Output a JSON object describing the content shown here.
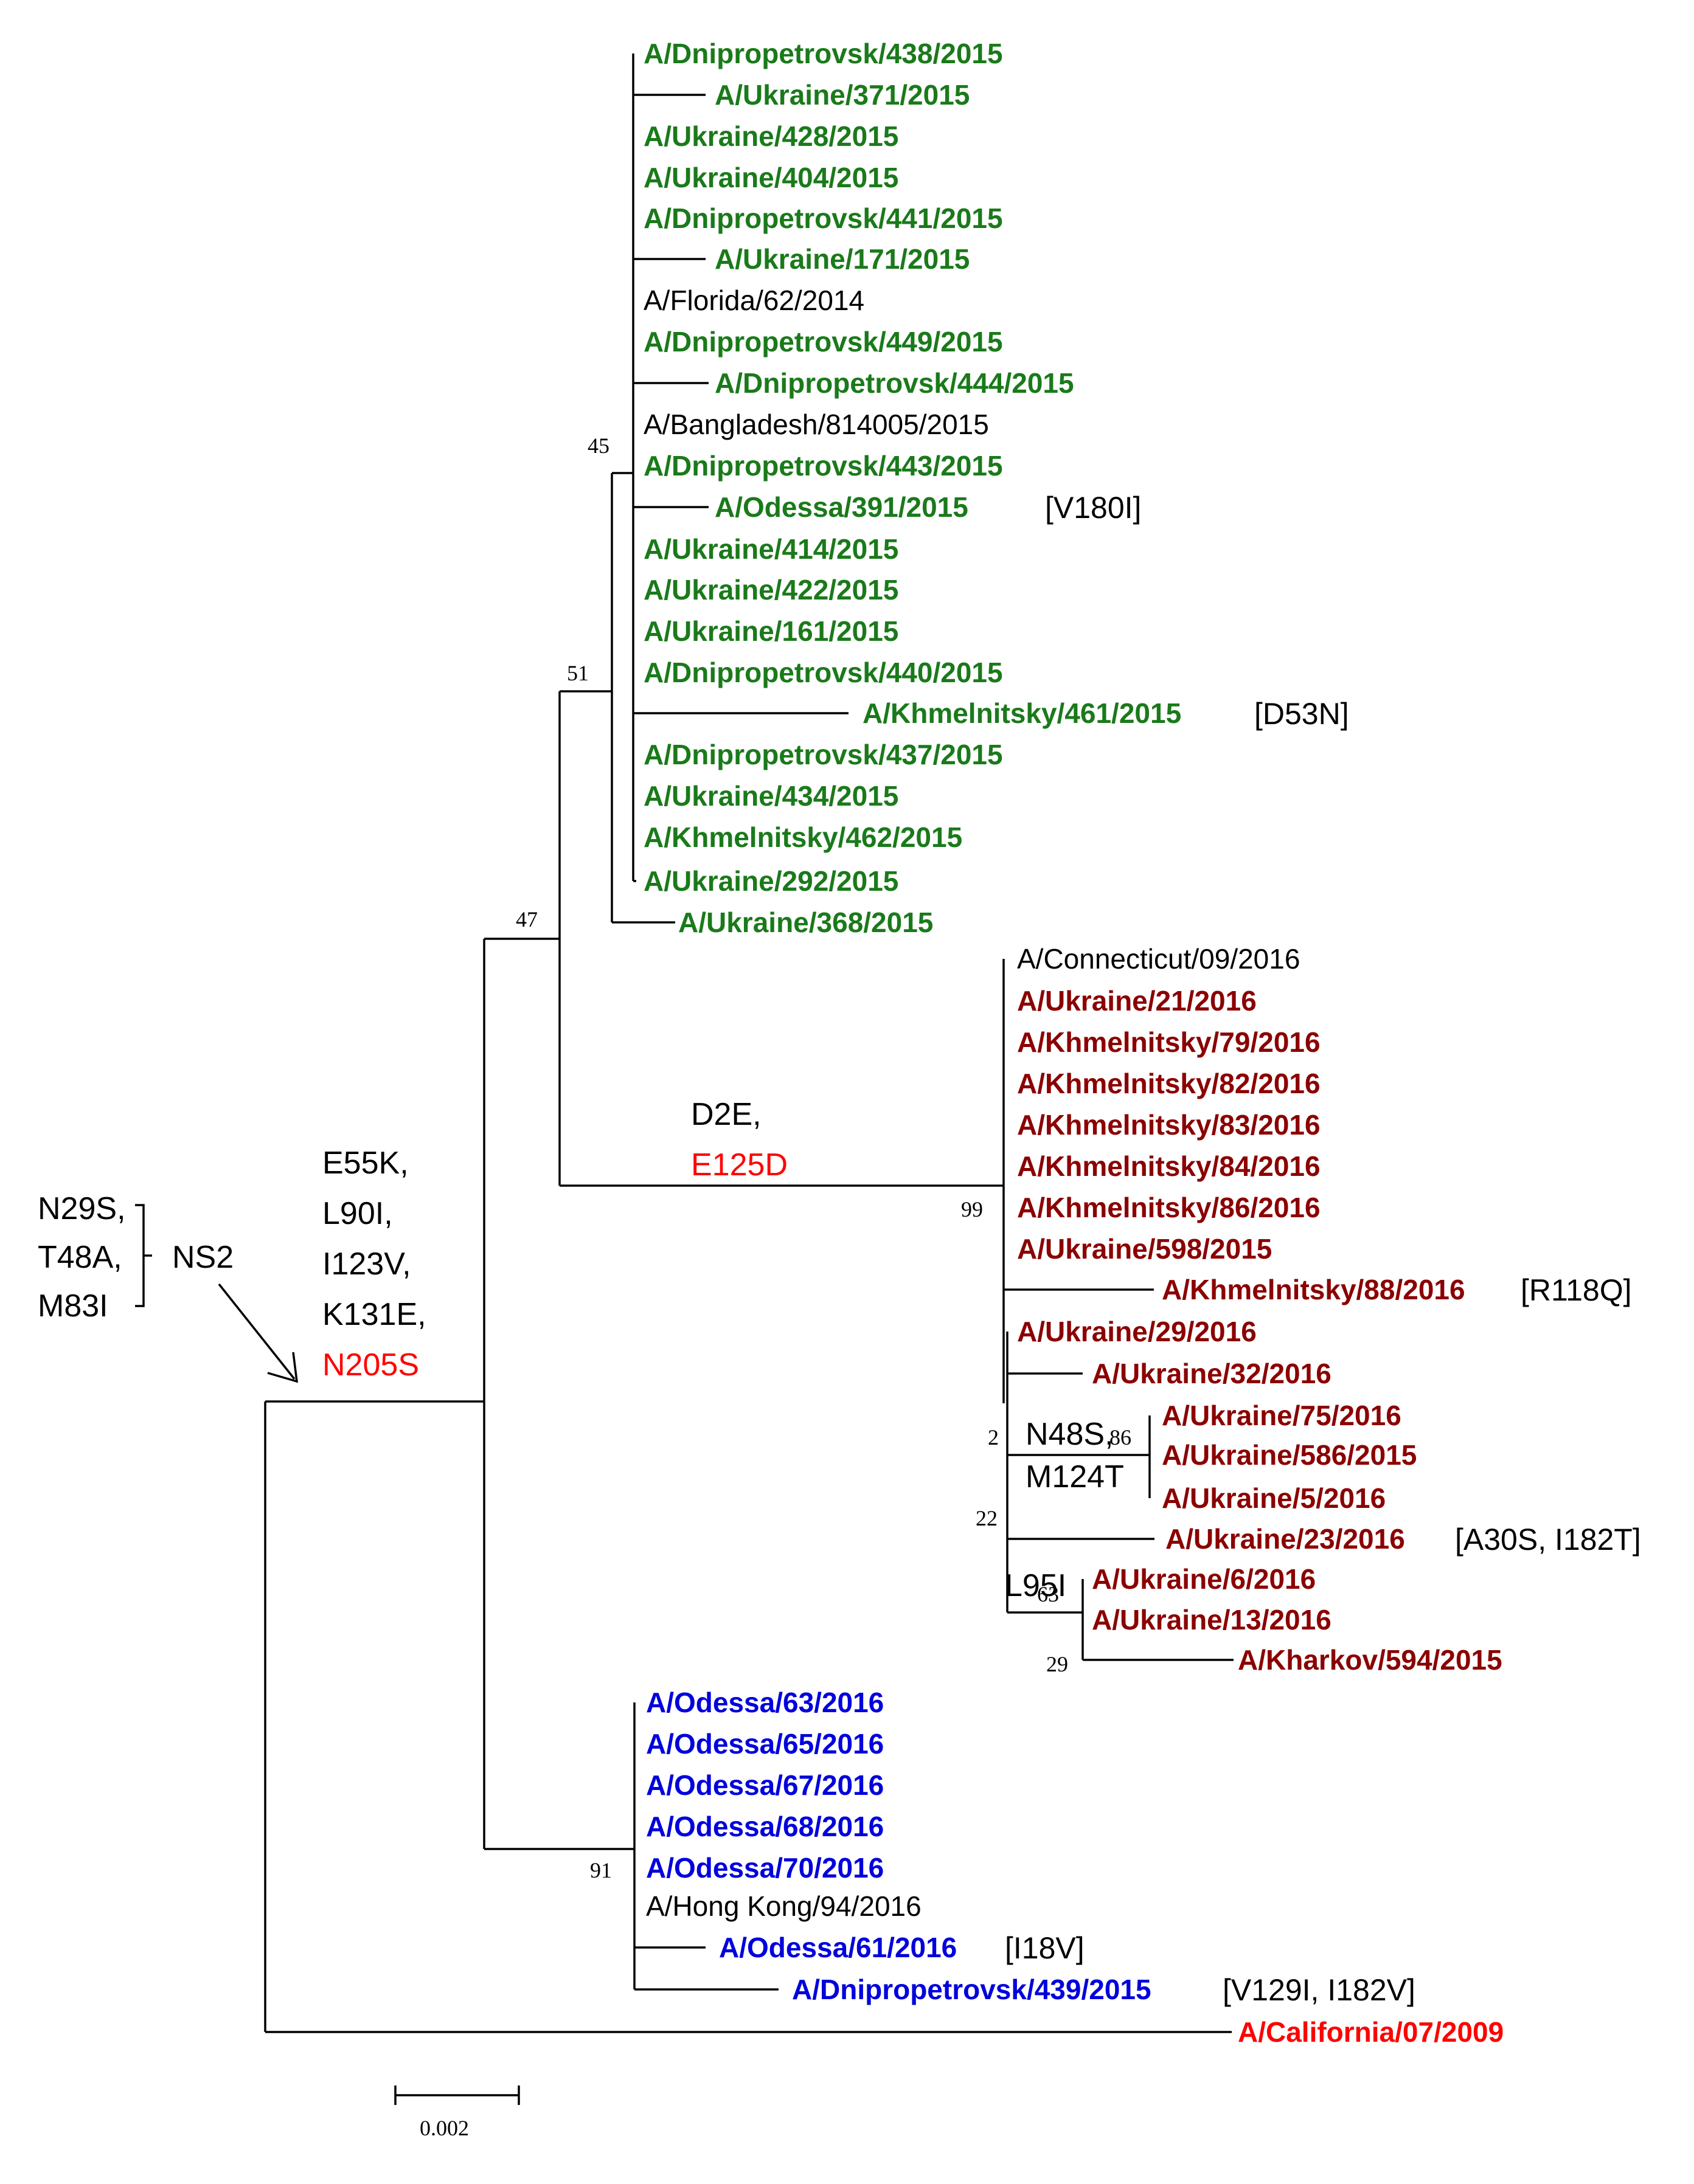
{
  "colors": {
    "green": "#1a7a1a",
    "darkred": "#8b0000",
    "blue": "#0000dd",
    "red": "#ff0000",
    "black": "#000000"
  },
  "leaves": [
    {
      "label": "A/Dnipropetrovsk/438/2015",
      "color": "green",
      "bold": true
    },
    {
      "label": "A/Ukraine/371/2015",
      "color": "green",
      "bold": true
    },
    {
      "label": "A/Ukraine/428/2015",
      "color": "green",
      "bold": true
    },
    {
      "label": "A/Ukraine/404/2015",
      "color": "green",
      "bold": true
    },
    {
      "label": "A/Dnipropetrovsk/441/2015",
      "color": "green",
      "bold": true
    },
    {
      "label": "A/Ukraine/171/2015",
      "color": "green",
      "bold": true
    },
    {
      "label": "A/Florida/62/2014",
      "color": "black",
      "bold": false
    },
    {
      "label": "A/Dnipropetrovsk/449/2015",
      "color": "green",
      "bold": true
    },
    {
      "label": "A/Dnipropetrovsk/444/2015",
      "color": "green",
      "bold": true
    },
    {
      "label": "A/Bangladesh/814005/2015",
      "color": "black",
      "bold": false
    },
    {
      "label": "A/Dnipropetrovsk/443/2015",
      "color": "green",
      "bold": true
    },
    {
      "label": "A/Odessa/391/2015",
      "color": "green",
      "bold": true,
      "mutation": "[V180I]"
    },
    {
      "label": "A/Ukraine/414/2015",
      "color": "green",
      "bold": true
    },
    {
      "label": "A/Ukraine/422/2015",
      "color": "green",
      "bold": true
    },
    {
      "label": "A/Ukraine/161/2015",
      "color": "green",
      "bold": true
    },
    {
      "label": "A/Dnipropetrovsk/440/2015",
      "color": "green",
      "bold": true
    },
    {
      "label": "A/Khmelnitsky/461/2015",
      "color": "green",
      "bold": true,
      "mutation": "[D53N]"
    },
    {
      "label": "A/Dnipropetrovsk/437/2015",
      "color": "green",
      "bold": true
    },
    {
      "label": "A/Ukraine/434/2015",
      "color": "green",
      "bold": true
    },
    {
      "label": "A/Khmelnitsky/462/2015",
      "color": "green",
      "bold": true
    },
    {
      "label": "A/Ukraine/292/2015",
      "color": "green",
      "bold": true
    },
    {
      "label": "A/Ukraine/368/2015",
      "color": "green",
      "bold": true
    },
    {
      "label": "A/Connecticut/09/2016",
      "color": "black",
      "bold": false
    },
    {
      "label": "A/Ukraine/21/2016",
      "color": "darkred",
      "bold": true
    },
    {
      "label": "A/Khmelnitsky/79/2016",
      "color": "darkred",
      "bold": true
    },
    {
      "label": "A/Khmelnitsky/82/2016",
      "color": "darkred",
      "bold": true
    },
    {
      "label": "A/Khmelnitsky/83/2016",
      "color": "darkred",
      "bold": true
    },
    {
      "label": "A/Khmelnitsky/84/2016",
      "color": "darkred",
      "bold": true
    },
    {
      "label": "A/Khmelnitsky/86/2016",
      "color": "darkred",
      "bold": true
    },
    {
      "label": "A/Ukraine/598/2015",
      "color": "darkred",
      "bold": true
    },
    {
      "label": "A/Khmelnitsky/88/2016",
      "color": "darkred",
      "bold": true,
      "mutation": "[R118Q]"
    },
    {
      "label": "A/Ukraine/29/2016",
      "color": "darkred",
      "bold": true
    },
    {
      "label": "A/Ukraine/32/2016",
      "color": "darkred",
      "bold": true
    },
    {
      "label": "A/Ukraine/75/2016",
      "color": "darkred",
      "bold": true
    },
    {
      "label": "A/Ukraine/586/2015",
      "color": "darkred",
      "bold": true
    },
    {
      "label": "A/Ukraine/5/2016",
      "color": "darkred",
      "bold": true
    },
    {
      "label": "A/Ukraine/23/2016",
      "color": "darkred",
      "bold": true,
      "mutation": "[A30S, I182T]"
    },
    {
      "label": "A/Ukraine/6/2016",
      "color": "darkred",
      "bold": true
    },
    {
      "label": "A/Ukraine/13/2016",
      "color": "darkred",
      "bold": true
    },
    {
      "label": "A/Kharkov/594/2015",
      "color": "darkred",
      "bold": true
    },
    {
      "label": "A/Odessa/63/2016",
      "color": "blue",
      "bold": true
    },
    {
      "label": "A/Odessa/65/2016",
      "color": "blue",
      "bold": true
    },
    {
      "label": "A/Odessa/67/2016",
      "color": "blue",
      "bold": true
    },
    {
      "label": "A/Odessa/68/2016",
      "color": "blue",
      "bold": true
    },
    {
      "label": "A/Odessa/70/2016",
      "color": "blue",
      "bold": true
    },
    {
      "label": "A/Hong Kong/94/2016",
      "color": "black",
      "bold": false
    },
    {
      "label": "A/Odessa/61/2016",
      "color": "blue",
      "bold": true,
      "mutation": "[I18V]"
    },
    {
      "label": "A/Dnipropetrovsk/439/2015",
      "color": "blue",
      "bold": true,
      "mutation": "[V129I, I182V]"
    },
    {
      "label": "A/California/07/2009",
      "color": "red",
      "bold": true
    }
  ],
  "support_values": [
    "45",
    "51",
    "47",
    "99",
    "2",
    "86",
    "22",
    "63",
    "29",
    "91"
  ],
  "branch_mutations": {
    "root_clade": [
      {
        "text": "E55K,",
        "color": "black"
      },
      {
        "text": "L90I,",
        "color": "black"
      },
      {
        "text": "I123V,",
        "color": "black"
      },
      {
        "text": "K131E,",
        "color": "black"
      },
      {
        "text": "N205S",
        "color": "red"
      }
    ],
    "ns2": {
      "items": [
        "N29S,",
        "T48A,",
        "M83I"
      ],
      "label": "NS2"
    },
    "darkred_clade": [
      {
        "text": "D2E,",
        "color": "black"
      },
      {
        "text": "E125D",
        "color": "red"
      }
    ],
    "sub_75": [
      "N48S,",
      "M124T"
    ],
    "sub_6": "L95I"
  },
  "scale_bar": {
    "label": "0.002"
  }
}
